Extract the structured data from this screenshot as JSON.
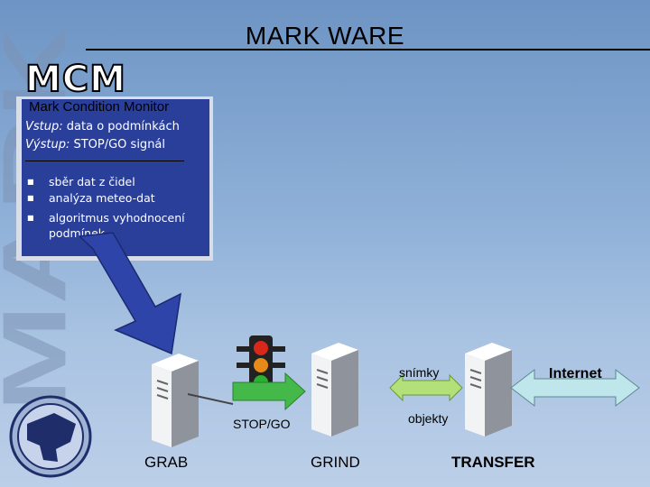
{
  "brand_vertical": "MARK",
  "title": "MARK WARE",
  "logo": "MCM",
  "subtitle": "Mark Condition Monitor",
  "input": {
    "label": "Vstup:",
    "value": "data o podmínkách"
  },
  "output": {
    "label": "Výstup:",
    "value": "STOP/GO signál"
  },
  "bullets": [
    "sběr dat z čidel",
    "analýza meteo-dat",
    "algoritmus vyhodnocení podmínek"
  ],
  "servers": [
    "GRAB",
    "GRIND",
    "TRANSFER"
  ],
  "flows": {
    "stop_go": "STOP/GO",
    "snimky": "snímky",
    "objekty": "objekty",
    "internet": "Internet"
  },
  "colors": {
    "panel": "#2a3f9a",
    "arrow_blue": "#2f44a8",
    "arrow_green": "#44b94a",
    "arrow_lightgreen": "#b4e07a",
    "arrow_internet": "#bfe6ea"
  },
  "icons": [
    "server-icon",
    "traffic-light-icon",
    "logo-emblem-icon"
  ]
}
